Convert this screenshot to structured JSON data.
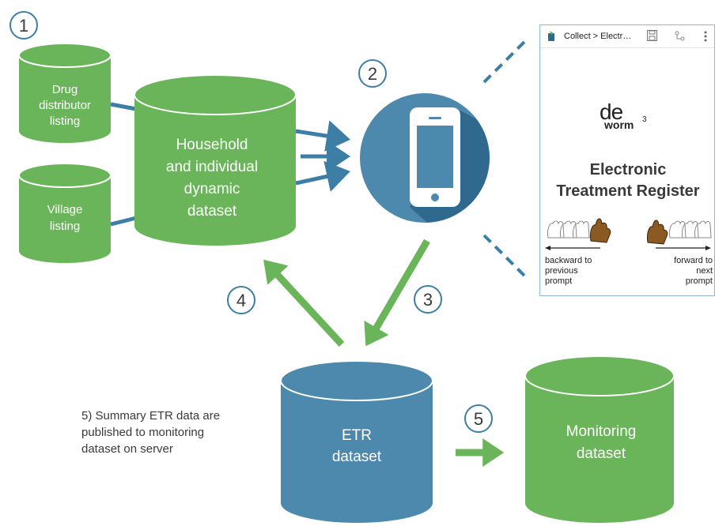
{
  "steps": {
    "s1": "1",
    "s2": "2",
    "s3": "3",
    "s4": "4",
    "s5": "5"
  },
  "databases": {
    "drug_distributor": [
      "Drug",
      "distributor",
      "listing"
    ],
    "village": [
      "Village",
      "listing"
    ],
    "household": [
      "Household",
      "and individual",
      "dynamic",
      "dataset"
    ],
    "etr": [
      "ETR",
      "dataset"
    ],
    "monitoring": [
      "Monitoring",
      "dataset"
    ]
  },
  "phone_screen": {
    "topbar_title": "Collect > Electr…",
    "logo_de": "de",
    "logo_worm": "worm",
    "logo_sup": "3",
    "title_line1": "Electronic",
    "title_line2": "Treatment Register",
    "back_hint": [
      "backward to",
      "previous",
      "prompt"
    ],
    "forward_hint": [
      "forward to",
      "next",
      "prompt"
    ]
  },
  "callout": "5) Summary ETR data are published to monitoring dataset on server",
  "colors": {
    "green": "#6ab55a",
    "green_dark": "#3f8a3b",
    "blue": "#4c89ad",
    "blue_dark": "#2f6a8e",
    "arrow_blue": "#3d7ea6"
  }
}
